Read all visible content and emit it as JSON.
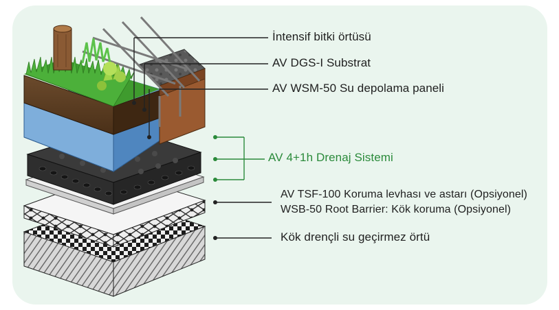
{
  "colors": {
    "panel_bg": "#eaf5ee",
    "accent_green": "#2a8a3a",
    "leader_dark": "#222222"
  },
  "labels": {
    "intensive_vegetation": "İntensif bitki örtüsü",
    "substrate": "AV DGS-I Substrat",
    "water_storage_panel": "AV WSM-50 Su depolama paneli",
    "drainage_system": "AV 4+1h Drenaj Sistemi",
    "protection_sheet": "AV TSF-100 Koruma levhası ve astarı (Opsiyonel)",
    "root_barrier": "WSB-50 Root Barrier: Kök koruma (Opsiyonel)",
    "root_resistant_membrane": "Kök drençli su geçirmez örtü"
  }
}
